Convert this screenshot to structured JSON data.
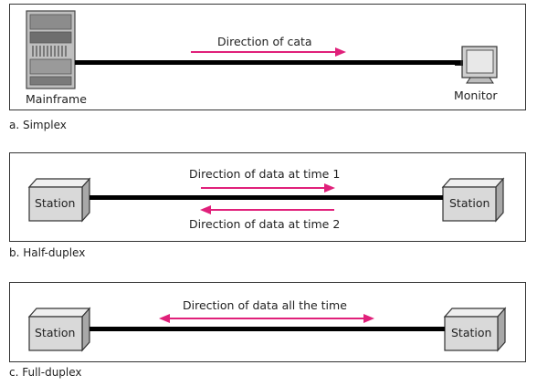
{
  "simplex": {
    "device_left": "Mainframe",
    "device_right": "Monitor",
    "arrow_label": "Direction of cata",
    "caption": "a. Simplex"
  },
  "half_duplex": {
    "station_left": "Station",
    "station_right": "Station",
    "arrow_top_label": "Direction of data at time 1",
    "arrow_bottom_label": "Direction of data at time 2",
    "caption": "b. Half-duplex"
  },
  "full_duplex": {
    "station_left": "Station",
    "station_right": "Station",
    "arrow_label": "Direction of data all the time",
    "caption": "c. Full-duplex"
  },
  "colors": {
    "arrow": "#e0207a",
    "line": "#000000",
    "station_fill": "#d9d9d9"
  }
}
